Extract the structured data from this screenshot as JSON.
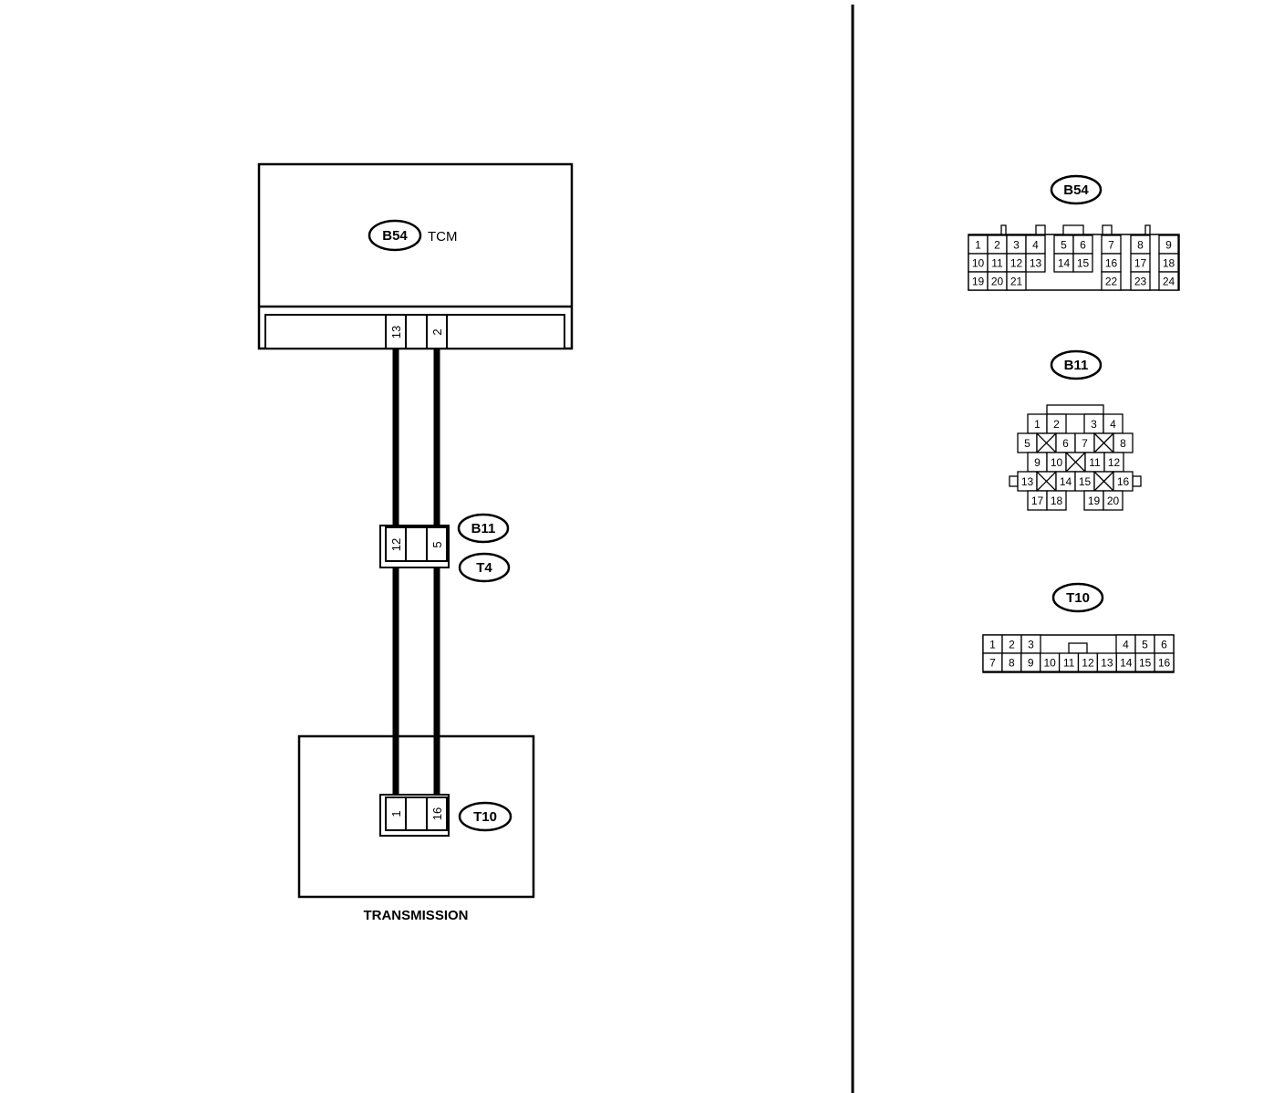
{
  "wiring": {
    "tcm": {
      "connector": "B54",
      "name": "TCM",
      "pins": [
        "13",
        "2"
      ]
    },
    "joint": {
      "connector_a": "B11",
      "connector_b": "T4",
      "pins": [
        "12",
        "5"
      ]
    },
    "transmission": {
      "connector": "T10",
      "pins": [
        "1",
        "16"
      ],
      "label": "TRANSMISSION"
    }
  },
  "faces": {
    "b54": {
      "title": "B54",
      "row1": [
        "1",
        "2",
        "3",
        "4",
        "5",
        "6",
        "7",
        "8",
        "9"
      ],
      "row2": [
        "10",
        "11",
        "12",
        "13",
        "14",
        "15",
        "16",
        "17",
        "18"
      ],
      "row3": [
        "19",
        "20",
        "21",
        "22",
        "23",
        "24"
      ]
    },
    "b11": {
      "title": "B11",
      "row1": [
        "1",
        "2",
        "3",
        "4"
      ],
      "row2": [
        "5",
        "6",
        "7",
        "8"
      ],
      "row3": [
        "9",
        "10",
        "11",
        "12"
      ],
      "row4": [
        "13",
        "14",
        "15",
        "16"
      ],
      "row5": [
        "17",
        "18",
        "19",
        "20"
      ]
    },
    "t10": {
      "title": "T10",
      "row1": [
        "1",
        "2",
        "3",
        "4",
        "5",
        "6"
      ],
      "row2": [
        "7",
        "8",
        "9",
        "10",
        "11",
        "12",
        "13",
        "14",
        "15",
        "16"
      ]
    }
  }
}
